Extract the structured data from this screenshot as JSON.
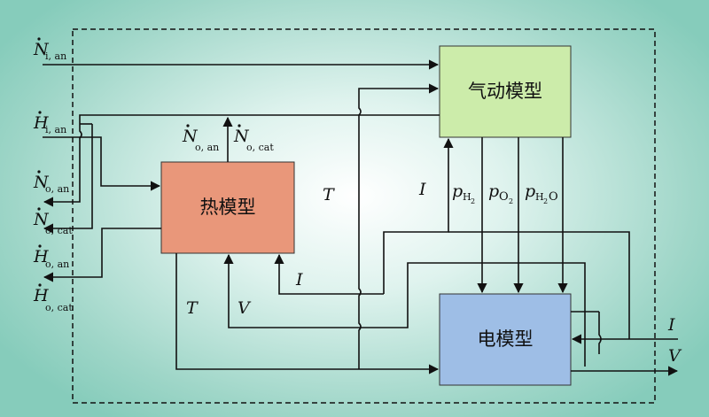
{
  "blocks": {
    "pneumatic": {
      "label": "气动模型",
      "fill": "#ccecaa"
    },
    "thermal": {
      "label": "热模型",
      "fill": "#e9977a"
    },
    "electric": {
      "label": "电模型",
      "fill": "#9ebee6"
    }
  },
  "signals": {
    "n_in_an": {
      "sym": "N",
      "sub": "i, an"
    },
    "h_in_an": {
      "sym": "H",
      "sub": "i, an"
    },
    "n_out_an": {
      "sym": "N",
      "sub": "o, an"
    },
    "n_out_cat": {
      "sym": "N",
      "sub": "o, cat"
    },
    "h_out_an": {
      "sym": "H",
      "sub": "o, an"
    },
    "h_out_cat": {
      "sym": "H",
      "sub": "o, cat"
    },
    "n_top_an": {
      "sym": "N",
      "sub": "o, an"
    },
    "n_top_cat": {
      "sym": "N",
      "sub": "o, cat"
    },
    "T": "T",
    "T2": "T",
    "I": "I",
    "I2": "I",
    "V": "V",
    "I_ext": "I",
    "V_ext": "V",
    "p_h2": {
      "sym": "p",
      "sub": "H",
      "sub2": "2"
    },
    "p_o2": {
      "sym": "p",
      "sub": "O",
      "sub2": "2"
    },
    "p_h2o": {
      "sym": "p",
      "sub": "H",
      "sub2": "2",
      "sub3": "O"
    }
  },
  "colors": {
    "background": "#9fd6c8",
    "line": "#111111",
    "frame": "#111111"
  }
}
